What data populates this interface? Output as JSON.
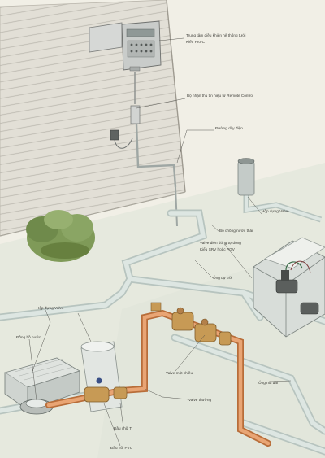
{
  "labels": {
    "controller": "Trung tâm điều khiển hệ thống tưới",
    "controller_model": "Kiểu Pro-C",
    "remote_receiver": "Bộ nhận thu tín hiệu từ Remote Control",
    "power_line": "Đường dây điện",
    "valve_box_right": "Hộp đựng Valve",
    "filter": "Bộ chống nước thải",
    "auto_valve": "Valve điện đóng tự động",
    "auto_valve_model": "Kiểu SRV hoặc PGV",
    "main_pipe": "Ống dự trữ",
    "valve_box_left": "Hộp đựng Valve",
    "water_meter": "Đồng hồ nước",
    "check_valve": "Valve một chiều",
    "gate_valve": "Valve thường",
    "tee": "Đầu chữ T",
    "pvc_adapter": "Đầu nối PVC",
    "pipe_connector": "Ống nối dài"
  },
  "colors": {
    "background": "#f1efe6",
    "siding": "#dfdcd3",
    "pipe": "#d6e0dc",
    "copper": "#d98b52",
    "brass": "#c79a55",
    "bush": "#7f9a58",
    "label_text": "#3b3b36"
  },
  "icons": [
    "controller-icon",
    "pop-up-sprinkler-icon",
    "solenoid-valve-icon",
    "bush-icon"
  ]
}
